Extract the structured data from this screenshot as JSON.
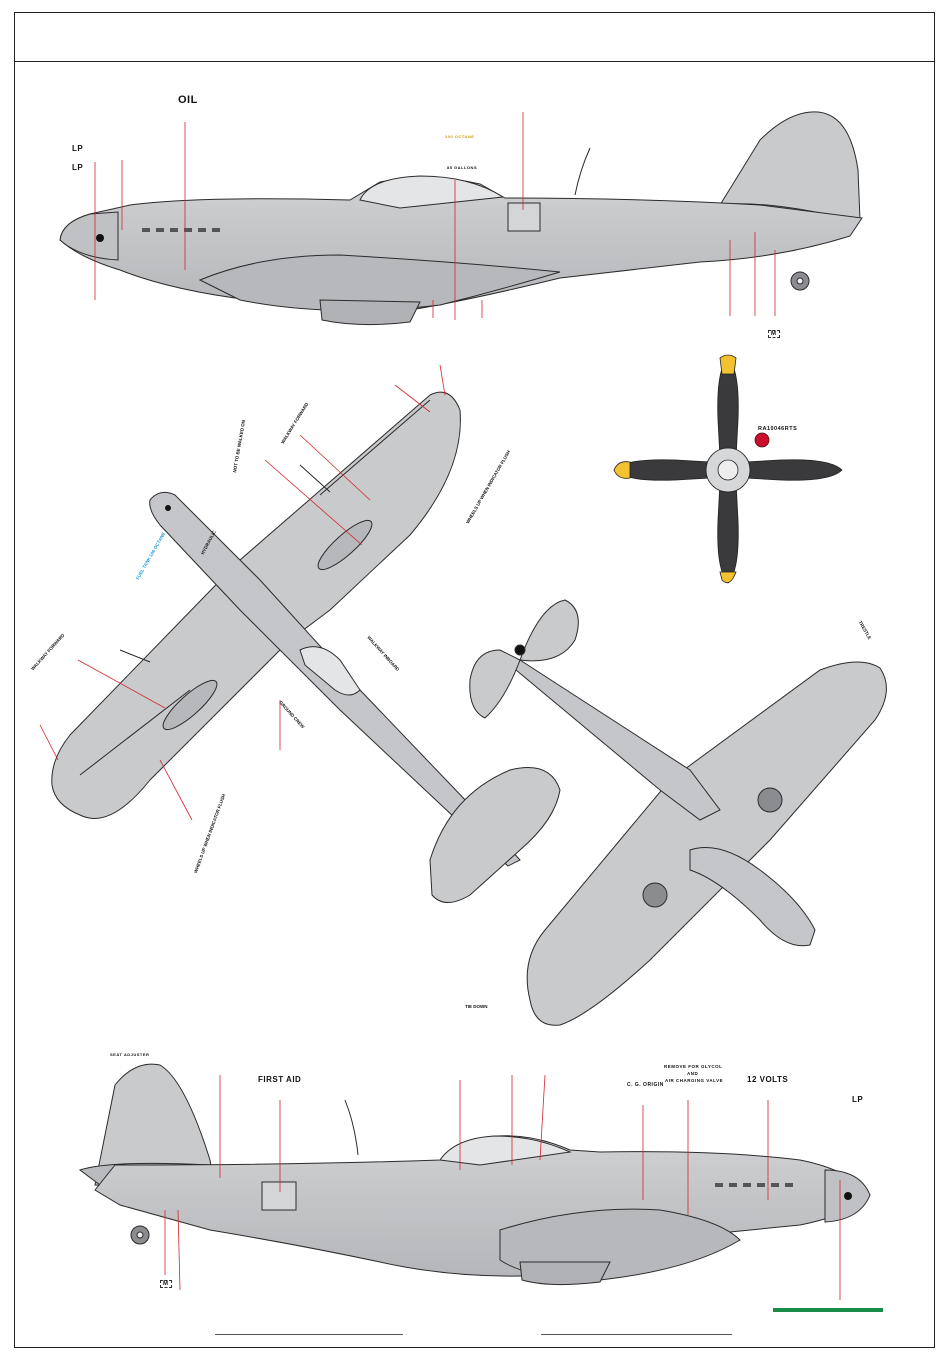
{
  "colors": {
    "airframe": "#c9cacc",
    "airframe_shadow": "#a9abae",
    "line": "#2b2b2b",
    "callout": "#d6252d",
    "prop_blade": "#3a3a3c",
    "prop_tip": "#f2c230",
    "roundel": "#c8102e",
    "green_bar": "#1a8c4a",
    "blue_note": "#1f9ad6"
  },
  "labels": {
    "oil": "OIL",
    "first_aid": "FIRST AID",
    "twelve_volts": "12 VOLTS",
    "cg_origin": "C. G. ORIGIN",
    "remove_for_glycol": "REMOVE FOR GLYCOL",
    "and": "AND",
    "air_charging_valve": "AIR CHARGING VALVE",
    "prop_code": "RA10046RTS",
    "hydraulic": "HYDRAULIC",
    "walkway_forward": "WALKWAY FORWARD",
    "walkway_forward_2": "WALKWAY FORWARD",
    "not_to_be_walked_on": "NOT TO BE WALKED ON",
    "wheels_up_indicator": "WHEELS UP WHEN INDICATOR FLUSH",
    "wheels_up_indicator_2": "WHEELS UP WHEN INDICATOR FLUSH",
    "walkway_inboard": "WALKWAY INBOARD",
    "ground_crew": "GROUND CREW",
    "fuel_note": "FUEL TANK 100 OCTANE",
    "m_mark": "M",
    "tie_down": "TIE DOWN",
    "trestle": "TRESTLE",
    "seat_adjuster": "SEAT ADJUSTER",
    "fuel_gallons": "85 GALLONS",
    "fuel_100_octane": "100 OCTANE",
    "lp_1": "LP",
    "lp_2": "LP",
    "lp_3": "LP"
  }
}
